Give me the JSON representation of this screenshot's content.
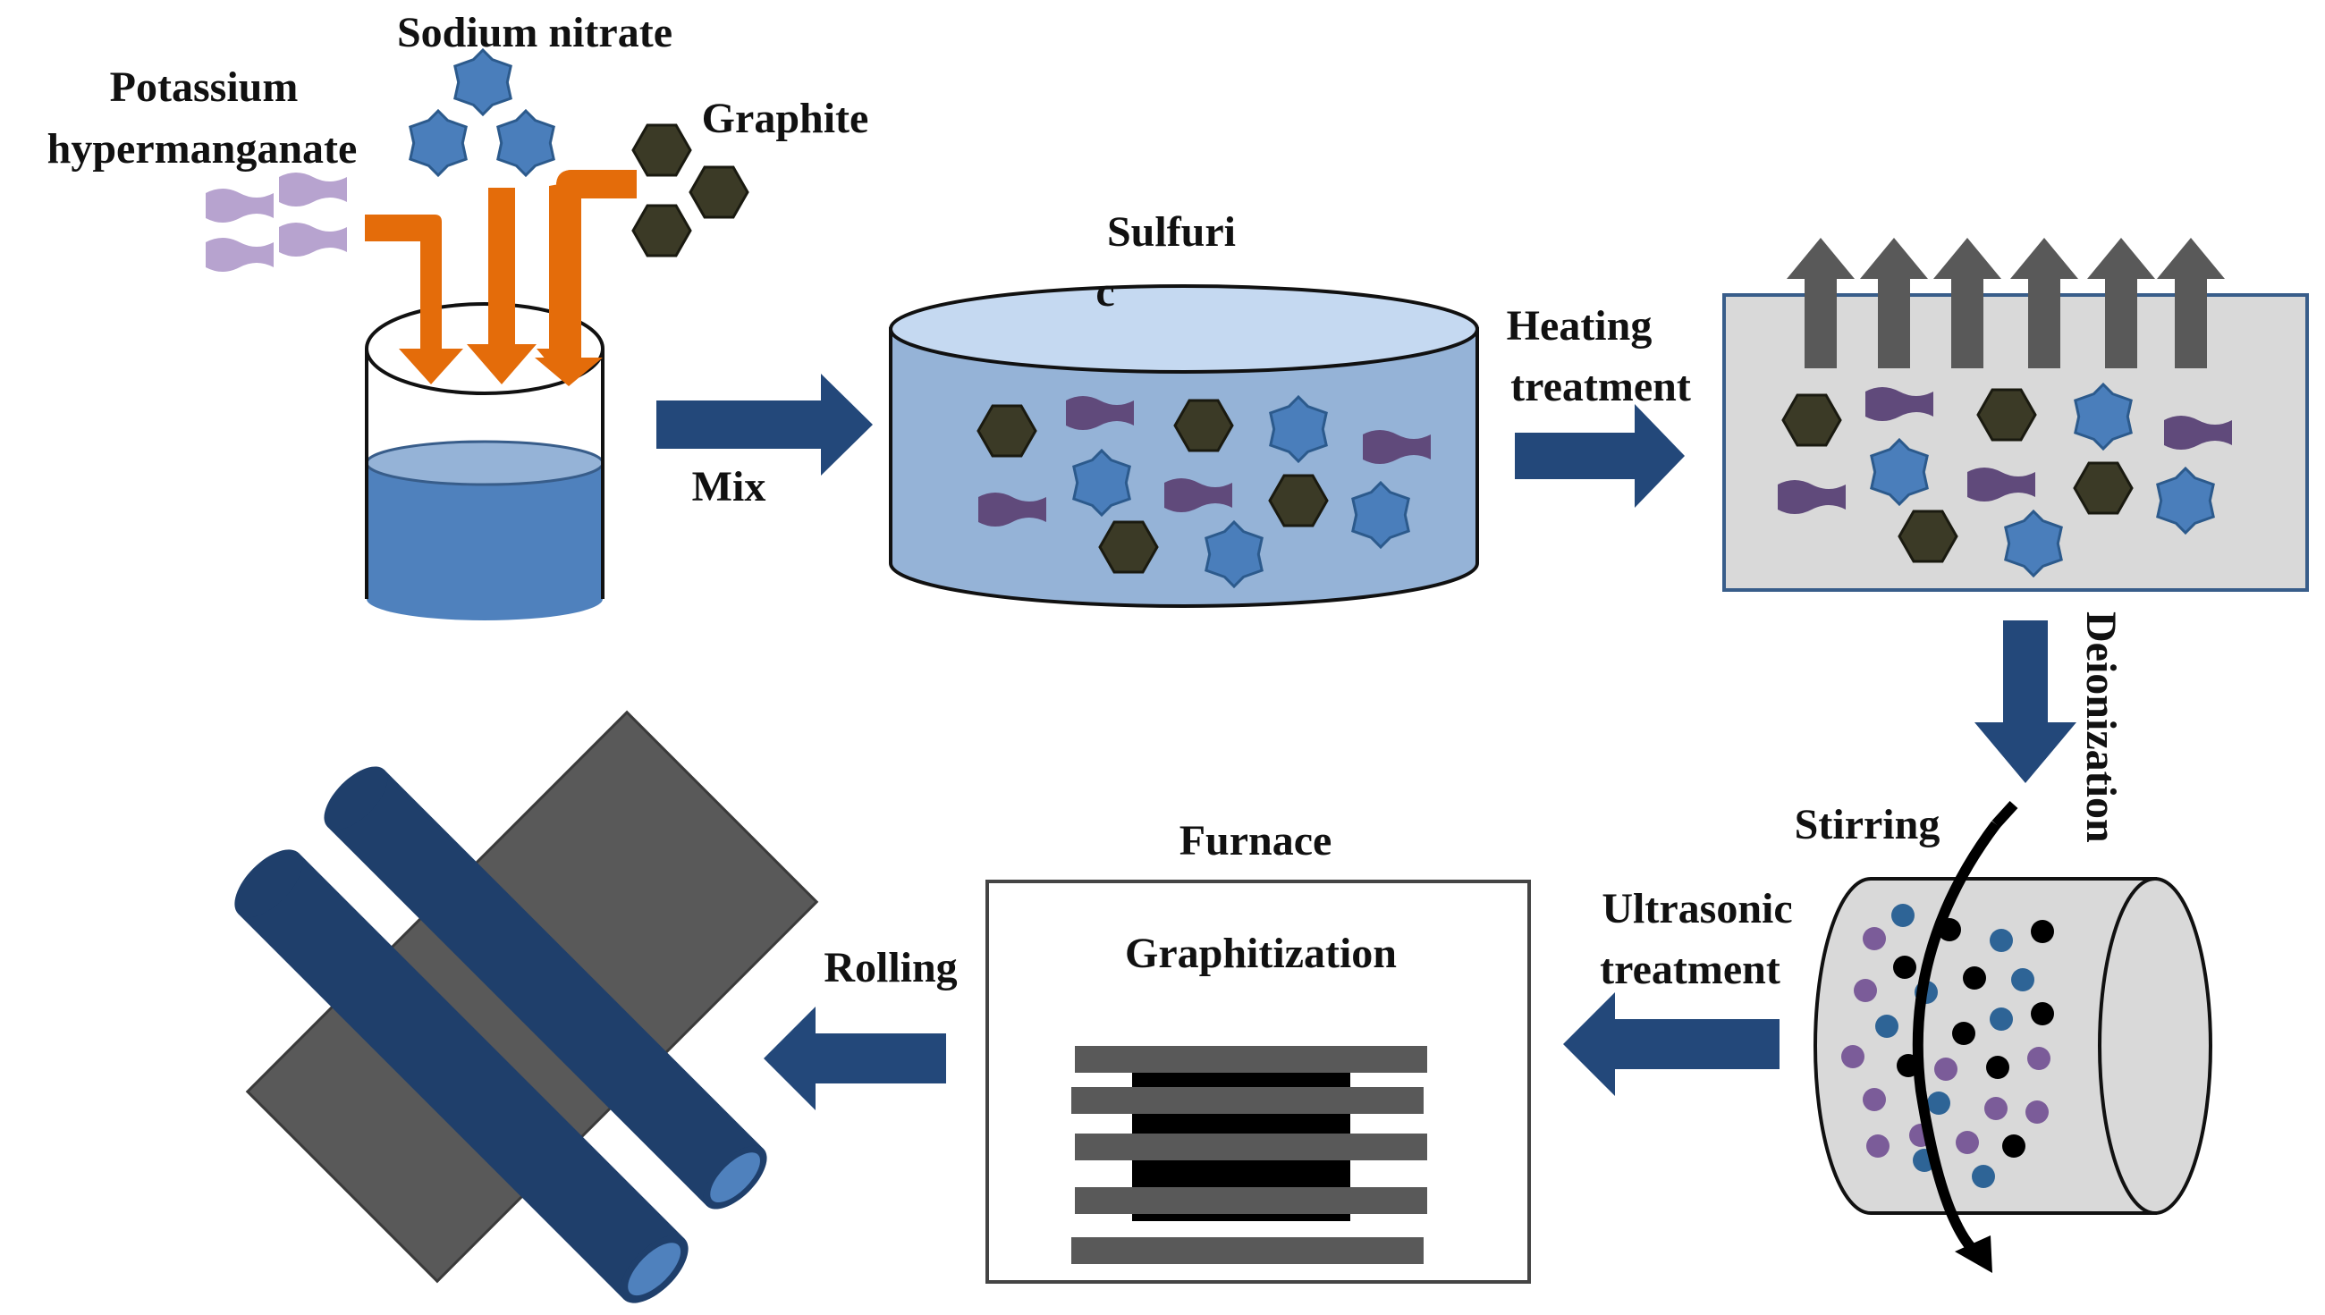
{
  "labels": {
    "sodium_nitrate": "Sodium nitrate",
    "potassium_line1": "Potassium",
    "potassium_line2": "hypermanganate",
    "graphite": "Graphite",
    "sulfuric_line1": "Sulfuri",
    "sulfuric_line2": "c",
    "mix": "Mix",
    "heating_line1": "Heating",
    "heating_line2": "treatment",
    "deionization": "Deionization",
    "stirring": "Stirring",
    "ultrasonic_line1": "Ultrasonic",
    "ultrasonic_line2": "treatment",
    "furnace": "Furnace",
    "graphitization": "Graphitization",
    "rolling": "Rolling"
  },
  "colors": {
    "arrow_blue": "#23487a",
    "feed_orange": "#e46c0a",
    "liquid_blue": "#4f81bd",
    "tank_blue": "#95b3d7",
    "tank_top": "#c5d9f1",
    "star_blue": "#4a7ebb",
    "graphite_hex": "#3b3a26",
    "wave_lavender": "#b7a3cf",
    "wave_purple": "#604a7b",
    "vessel_gray": "#d9d9d9",
    "up_arrow_gray": "#595959",
    "roller_navy": "#1f3f6b",
    "roller_gray": "#595959",
    "dot_purple": "#7b5c99",
    "dot_blue": "#2e6496",
    "dot_black": "#000000"
  },
  "icons": {
    "reagents": [
      "star-icon",
      "hexagon-icon",
      "wave-icon"
    ]
  }
}
